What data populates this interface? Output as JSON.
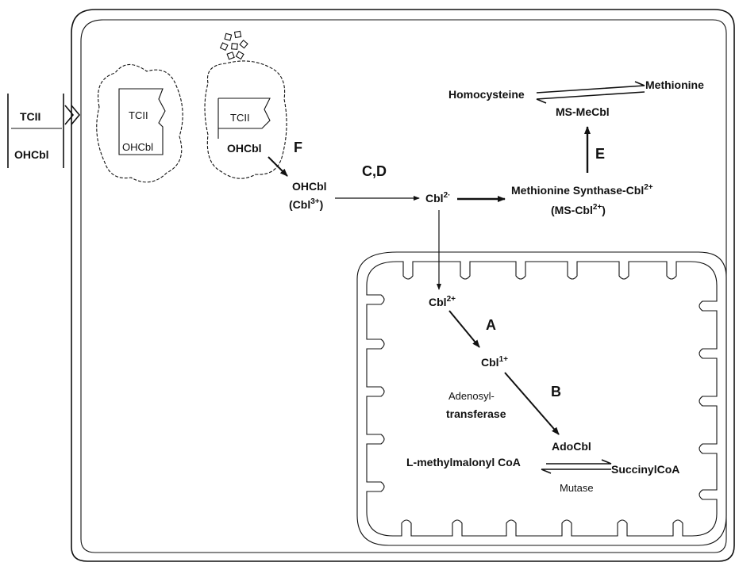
{
  "external": {
    "tc": "TCII",
    "ohcbl": "OHCbl"
  },
  "vesicle1": {
    "tc": "TCII",
    "ohcbl": "OHCbl"
  },
  "vesicle2": {
    "tc": "TCII",
    "ohcbl": "OHCbl"
  },
  "cytosol": {
    "ohcbl": "OHCbl",
    "ohcbl_state": "(Cbl",
    "ohcbl_state_sup": "3+",
    "ohcbl_state_close": ")",
    "cbl2": "Cbl",
    "cbl2_sup": "2·",
    "ms_cbl": "Methionine Synthase-Cbl",
    "ms_cbl_sup": "2+",
    "ms_cbl_short": "(MS-Cbl",
    "ms_cbl_short_sup": "2+",
    "ms_cbl_short_close": ")",
    "ms_mecbl": "MS-MeCbl",
    "homocysteine": "Homocysteine",
    "methionine": "Methionine"
  },
  "mitochondrion": {
    "cbl2plus": "Cbl",
    "cbl2plus_sup": "2+",
    "cbl1plus": "Cbl",
    "cbl1plus_sup": "1+",
    "enzyme_line1": "Adenosyl-",
    "enzyme_line2": "transferase",
    "adocbl": "AdoCbl",
    "l_methylmalonyl": "L-methylmalonyl CoA",
    "succinyl": "SuccinylCoA",
    "mutase": "Mutase"
  },
  "steps": {
    "A": "A",
    "B": "B",
    "CD": "C,D",
    "E": "E",
    "F": "F"
  }
}
